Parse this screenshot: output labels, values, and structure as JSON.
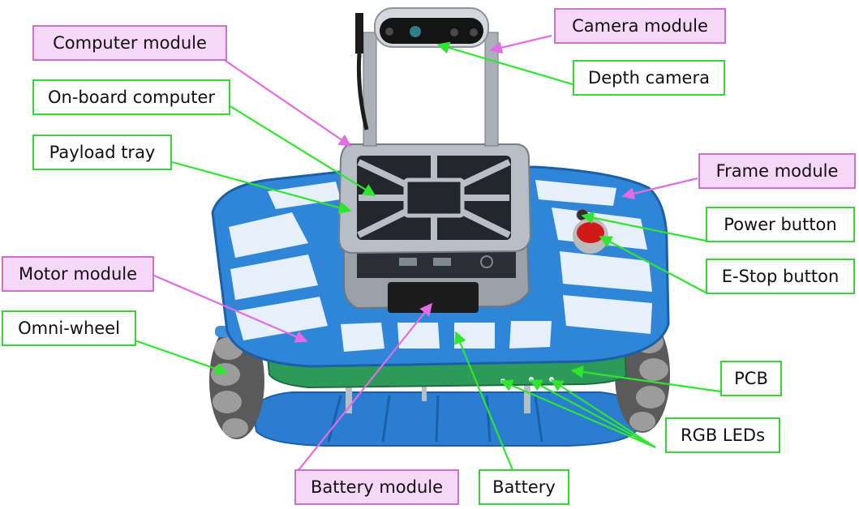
{
  "colors": {
    "module_fill": "#f7d7f7",
    "module_border": "#c872c8",
    "module_arrow": "#e36ce3",
    "component_border": "#36d436",
    "component_arrow": "#2ee62e",
    "chassis_blue": "#2f86d8",
    "aluminium": "#a9b0b8"
  },
  "labels": {
    "camera_module": "Camera module",
    "depth_camera": "Depth camera",
    "computer_module": "Computer module",
    "onboard_computer": "On-board computer",
    "payload_tray": "Payload tray",
    "frame_module": "Frame module",
    "power_button": "Power button",
    "estop_button": "E-Stop button",
    "motor_module": "Motor module",
    "omni_wheel": "Omni-wheel",
    "pcb": "PCB",
    "rgb_leds": "RGB LEDs",
    "battery_module": "Battery module",
    "battery": "Battery"
  }
}
